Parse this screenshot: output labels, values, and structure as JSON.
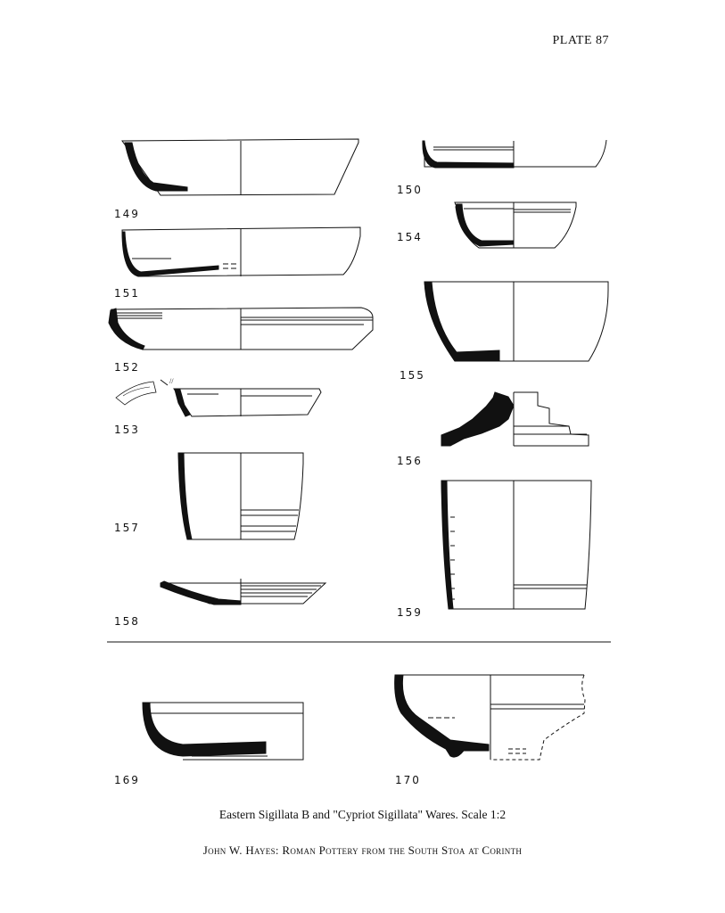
{
  "plate_label": "PLATE 87",
  "figures": [
    {
      "id": "149",
      "label": "149"
    },
    {
      "id": "150",
      "label": "150"
    },
    {
      "id": "151",
      "label": "151"
    },
    {
      "id": "152",
      "label": "152"
    },
    {
      "id": "153",
      "label": "153"
    },
    {
      "id": "154",
      "label": "154"
    },
    {
      "id": "155",
      "label": "155"
    },
    {
      "id": "156",
      "label": "156"
    },
    {
      "id": "157",
      "label": "157"
    },
    {
      "id": "158",
      "label": "158"
    },
    {
      "id": "159",
      "label": "159"
    },
    {
      "id": "169",
      "label": "169"
    },
    {
      "id": "170",
      "label": "170"
    }
  ],
  "caption": "Eastern Sigillata B and \"Cypriot Sigillata\" Wares. Scale 1:2",
  "credit": "John W. Hayes: Roman Pottery from the South Stoa at Corinth"
}
